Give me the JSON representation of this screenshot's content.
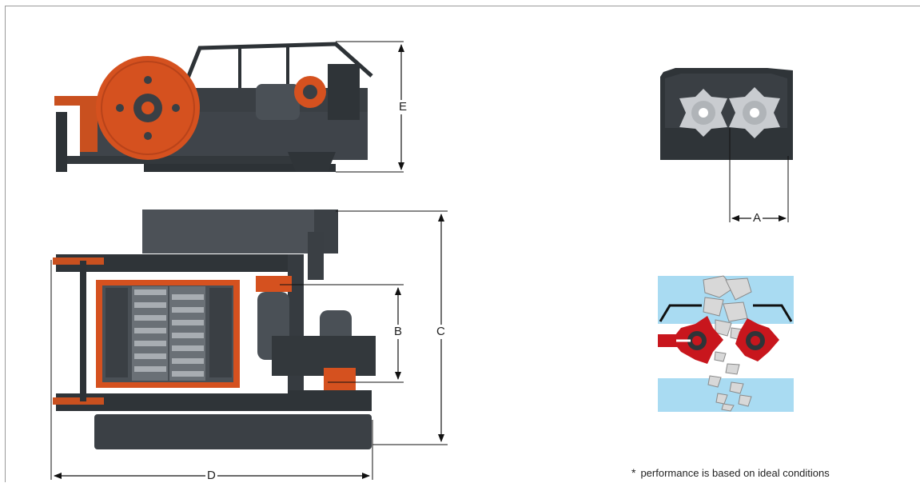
{
  "dimension_labels": {
    "a": "A",
    "b": "B",
    "c": "C",
    "d": "D",
    "e": "E"
  },
  "footnote": {
    "marker": "*",
    "text": "performance is based on ideal conditions"
  },
  "colors": {
    "machine_dark": "#3a3f44",
    "machine_mid": "#4f555b",
    "accent_orange": "#d5511f",
    "crush_red": "#c8161d",
    "sky_blue": "#a9dbf2",
    "rock_grey": "#d8d8d8"
  }
}
